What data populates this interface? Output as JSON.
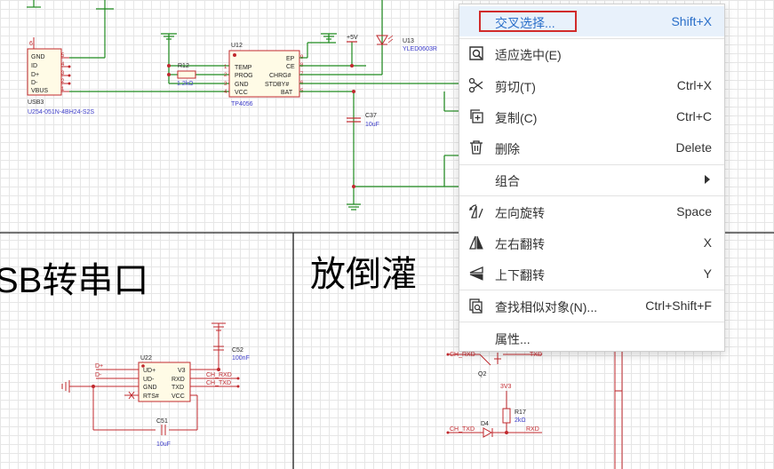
{
  "schematic": {
    "usb_conn": {
      "pins": [
        "GND",
        "ID",
        "D+",
        "D-",
        "VBUS"
      ],
      "pin_numbers": [
        "5",
        "4",
        "3",
        "2",
        "1"
      ],
      "ref": "USB3",
      "part": "U254-051N-4BH24-S2S",
      "top_num": "6"
    },
    "r12": {
      "ref": "R12",
      "value": "1.2kΩ"
    },
    "u12": {
      "ref": "U12",
      "part": "TP4056",
      "left_pins": [
        "TEMP",
        "PROG",
        "GND",
        "VCC"
      ],
      "left_nums": [
        "1",
        "2",
        "3",
        "4"
      ],
      "right_pins": [
        "EP",
        "CE",
        "CHRG#",
        "STDBY#",
        "BAT"
      ],
      "right_nums": [
        "9",
        "8",
        "7",
        "6",
        "5"
      ]
    },
    "power_5v": "+5V",
    "led": {
      "ref": "U13",
      "part": "YLED0603R"
    },
    "c37": {
      "ref": "C37",
      "value": "10uF"
    },
    "section_left_title": "SB转串口",
    "section_right_title": "放倒灌",
    "u22": {
      "ref": "U22",
      "left_pins": [
        "UD+",
        "UD-",
        "GND",
        "RTS#"
      ],
      "right_pins": [
        "V3",
        "RXD",
        "TXD",
        "VCC"
      ],
      "left_nets": [
        "D+",
        "D-"
      ]
    },
    "c52": {
      "ref": "C52",
      "value": "100nF"
    },
    "c51": {
      "ref": "C51",
      "value": "10uF"
    },
    "net_ch_rxd": "CH_RXD",
    "net_ch_txd": "CH_TXD",
    "q2": {
      "ref": "Q2",
      "net_left": "CH_RXD",
      "net_right": "TXD"
    },
    "power_3v3": "3V3",
    "r17": {
      "ref": "R17",
      "value": "2kΩ"
    },
    "d4": {
      "ref": "D4",
      "net_left": "CH_TXD",
      "net_right": "RXD"
    }
  },
  "context_menu": {
    "items": [
      {
        "label": "交叉选择...",
        "shortcut": "Shift+X",
        "icon": "none",
        "active": true
      },
      {
        "label": "适应选中(E)",
        "shortcut": "",
        "icon": "fit-selection-icon"
      },
      {
        "label": "剪切(T)",
        "shortcut": "Ctrl+X",
        "icon": "scissors-icon"
      },
      {
        "label": "复制(C)",
        "shortcut": "Ctrl+C",
        "icon": "copy-icon"
      },
      {
        "label": "删除",
        "shortcut": "Delete",
        "icon": "trash-icon"
      },
      {
        "label": "组合",
        "shortcut": "",
        "icon": "none",
        "submenu": true
      },
      {
        "label": "左向旋转",
        "shortcut": "Space",
        "icon": "rotate-left-icon"
      },
      {
        "label": "左右翻转",
        "shortcut": "X",
        "icon": "flip-horizontal-icon"
      },
      {
        "label": "上下翻转",
        "shortcut": "Y",
        "icon": "flip-vertical-icon"
      },
      {
        "label": "查找相似对象(N)...",
        "shortcut": "Ctrl+Shift+F",
        "icon": "find-similar-icon"
      },
      {
        "label": "属性...",
        "shortcut": "",
        "icon": "none"
      }
    ]
  },
  "colors": {
    "wire": "#1f8a1f",
    "component": "#c0282d",
    "label_blue": "#3c3cc8",
    "menu_accent": "#2a6fc9",
    "highlight_border": "#d12b2b"
  }
}
